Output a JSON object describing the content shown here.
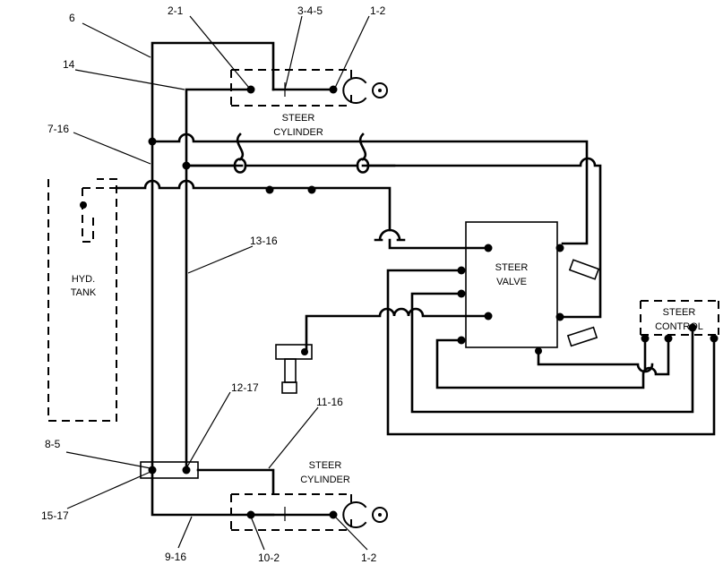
{
  "components": {
    "steer_cylinder_top": [
      "STEER",
      "CYLINDER"
    ],
    "steer_cylinder_bottom": [
      "STEER",
      "CYLINDER"
    ],
    "steer_valve": [
      "STEER",
      "VALVE"
    ],
    "steer_control": [
      "STEER",
      "CONTROL"
    ],
    "hyd_tank": [
      "HYD.",
      "TANK"
    ]
  },
  "callouts": {
    "c6": "6",
    "c21": "2-1",
    "c345": "3-4-5",
    "c12top": "1-2",
    "c14": "14",
    "c716": "7-16",
    "c1316": "13-16",
    "c1217": "12-17",
    "c1116": "11-16",
    "c85": "8-5",
    "c1517": "15-17",
    "c916": "9-16",
    "c102": "10-2",
    "c12bot": "1-2"
  }
}
